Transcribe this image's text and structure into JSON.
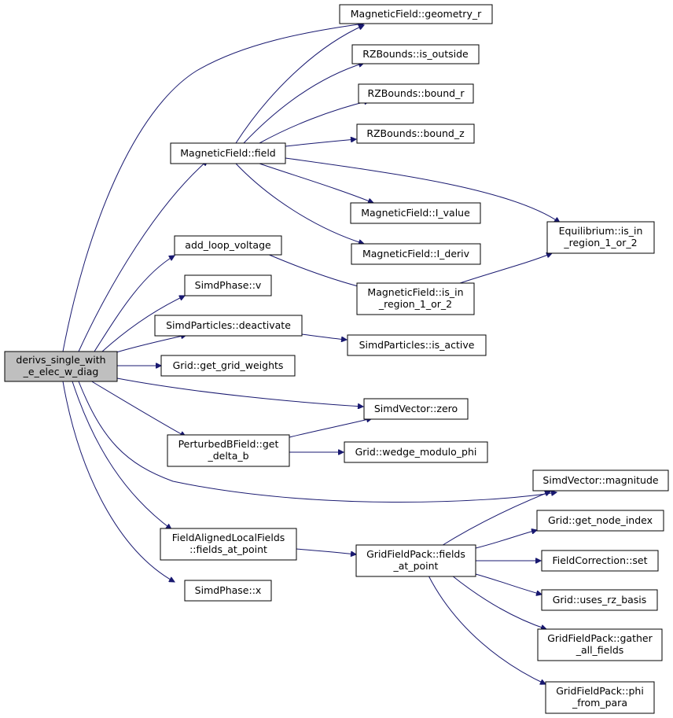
{
  "graph": {
    "colors": {
      "edge": "#191970",
      "root_fill": "#bfbfbf",
      "node_fill": "#ffffff",
      "border": "#000000"
    },
    "nodes": {
      "root": {
        "lines": [
          "derivs_single_with",
          "_e_elec_w_diag"
        ]
      },
      "mf_geometry_r": {
        "lines": [
          "MagneticField::geometry_r"
        ]
      },
      "rz_is_outside": {
        "lines": [
          "RZBounds::is_outside"
        ]
      },
      "rz_bound_r": {
        "lines": [
          "RZBounds::bound_r"
        ]
      },
      "rz_bound_z": {
        "lines": [
          "RZBounds::bound_z"
        ]
      },
      "mf_field": {
        "lines": [
          "MagneticField::field"
        ]
      },
      "mf_i_value": {
        "lines": [
          "MagneticField::I_value"
        ]
      },
      "mf_i_deriv": {
        "lines": [
          "MagneticField::I_deriv"
        ]
      },
      "eq_is_in_region": {
        "lines": [
          "Equilibrium::is_in",
          "_region_1_or_2"
        ]
      },
      "add_loop_voltage": {
        "lines": [
          "add_loop_voltage"
        ]
      },
      "mf_is_in_region": {
        "lines": [
          "MagneticField::is_in",
          "_region_1_or_2"
        ]
      },
      "simdphase_v": {
        "lines": [
          "SimdPhase::v"
        ]
      },
      "sp_deactivate": {
        "lines": [
          "SimdParticles::deactivate"
        ]
      },
      "sp_is_active": {
        "lines": [
          "SimdParticles::is_active"
        ]
      },
      "grid_get_grid_weights": {
        "lines": [
          "Grid::get_grid_weights"
        ]
      },
      "simdvector_zero": {
        "lines": [
          "SimdVector::zero"
        ]
      },
      "pbf_get_delta_b": {
        "lines": [
          "PerturbedBField::get",
          "_delta_b"
        ]
      },
      "grid_wedge_modulo_phi": {
        "lines": [
          "Grid::wedge_modulo_phi"
        ]
      },
      "simdvector_magnitude": {
        "lines": [
          "SimdVector::magnitude"
        ]
      },
      "grid_get_node_index": {
        "lines": [
          "Grid::get_node_index"
        ]
      },
      "falf_fields_at_point": {
        "lines": [
          "FieldAlignedLocalFields",
          "::fields_at_point"
        ]
      },
      "gfp_fields_at_point": {
        "lines": [
          "GridFieldPack::fields",
          "_at_point"
        ]
      },
      "fieldcorrection_set": {
        "lines": [
          "FieldCorrection::set"
        ]
      },
      "grid_uses_rz_basis": {
        "lines": [
          "Grid::uses_rz_basis"
        ]
      },
      "gfp_gather_all_fields": {
        "lines": [
          "GridFieldPack::gather",
          "_all_fields"
        ]
      },
      "simdphase_x": {
        "lines": [
          "SimdPhase::x"
        ]
      },
      "gfp_phi_from_para": {
        "lines": [
          "GridFieldPack::phi",
          "_from_para"
        ]
      }
    }
  }
}
